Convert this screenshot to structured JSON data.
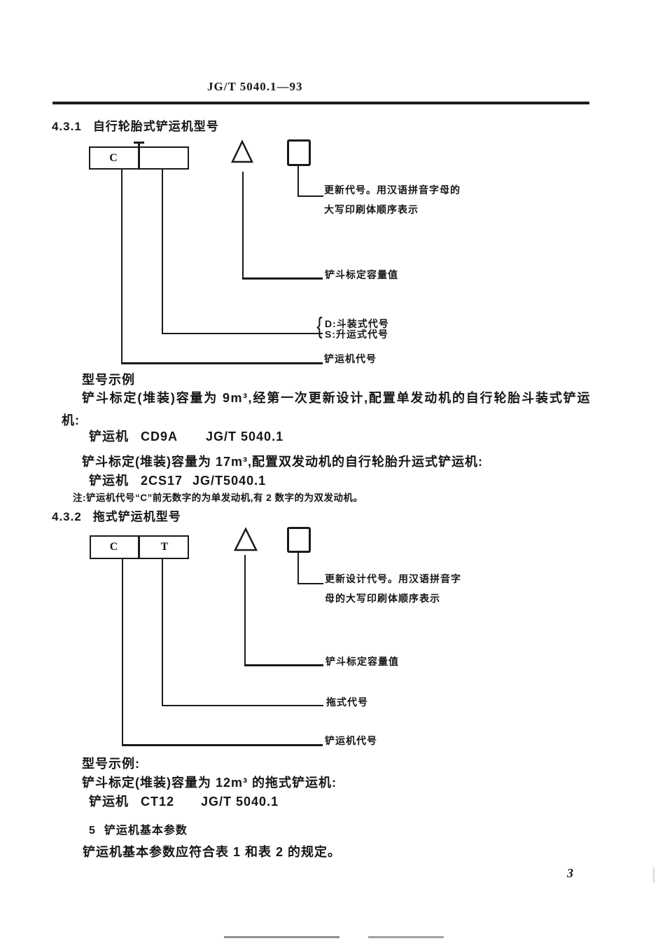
{
  "header": {
    "doc_code": "JG/T 5040.1—93"
  },
  "sections": {
    "s431": {
      "num": "4.3.1",
      "title": "自行轮胎式铲运机型号"
    },
    "s432": {
      "num": "4.3.2",
      "title": "拖式铲运机型号"
    },
    "s5": {
      "num": "5",
      "title": "铲运机基本参数"
    }
  },
  "diagram1": {
    "box_left_letter": "C",
    "box_right_letter": "",
    "update_label_line1": "更新代号。用汉语拼音字母的",
    "update_label_line2": "大写印刷体顺序表示",
    "capacity_label": "铲斗标定容量值",
    "type_brace": "{",
    "type_label_d": "D:斗装式代号",
    "type_label_s": "S:升运式代号",
    "machine_code_label": "铲运机代号"
  },
  "example1": {
    "title": "型号示例",
    "desc_line1": "铲斗标定(堆装)容量为 9m³,经第一次更新设计,配置单发动机的自行轮胎斗装式铲运",
    "desc_line2": "机:",
    "model1_prefix": "铲运机",
    "model1_code": "CD9A",
    "model1_std": "JG/T 5040.1",
    "desc2": "铲斗标定(堆装)容量为 17m³,配置双发动机的自行轮胎升运式铲运机:",
    "model2_prefix": "铲运机",
    "model2_code": "2CS17",
    "model2_std": "JG/T5040.1",
    "note": "注:铲运机代号“C”前无数字的为单发动机,有 2 数字的为双发动机。"
  },
  "diagram2": {
    "box_left_letter": "C",
    "box_right_letter": "T",
    "update_label_line1": "更新设计代号。用汉语拼音字",
    "update_label_line2": "母的大写印刷体顺序表示",
    "capacity_label": "铲斗标定容量值",
    "tow_label": "拖式代号",
    "machine_code_label": "铲运机代号"
  },
  "example2": {
    "title": "型号示例:",
    "desc": "铲斗标定(堆装)容量为 12m³ 的拖式铲运机:",
    "model_prefix": "铲运机",
    "model_code": "CT12",
    "model_std": "JG/T 5040.1"
  },
  "section5": {
    "text": "铲运机基本参数应符合表 1 和表 2 的规定。"
  },
  "page": {
    "number": "3"
  }
}
